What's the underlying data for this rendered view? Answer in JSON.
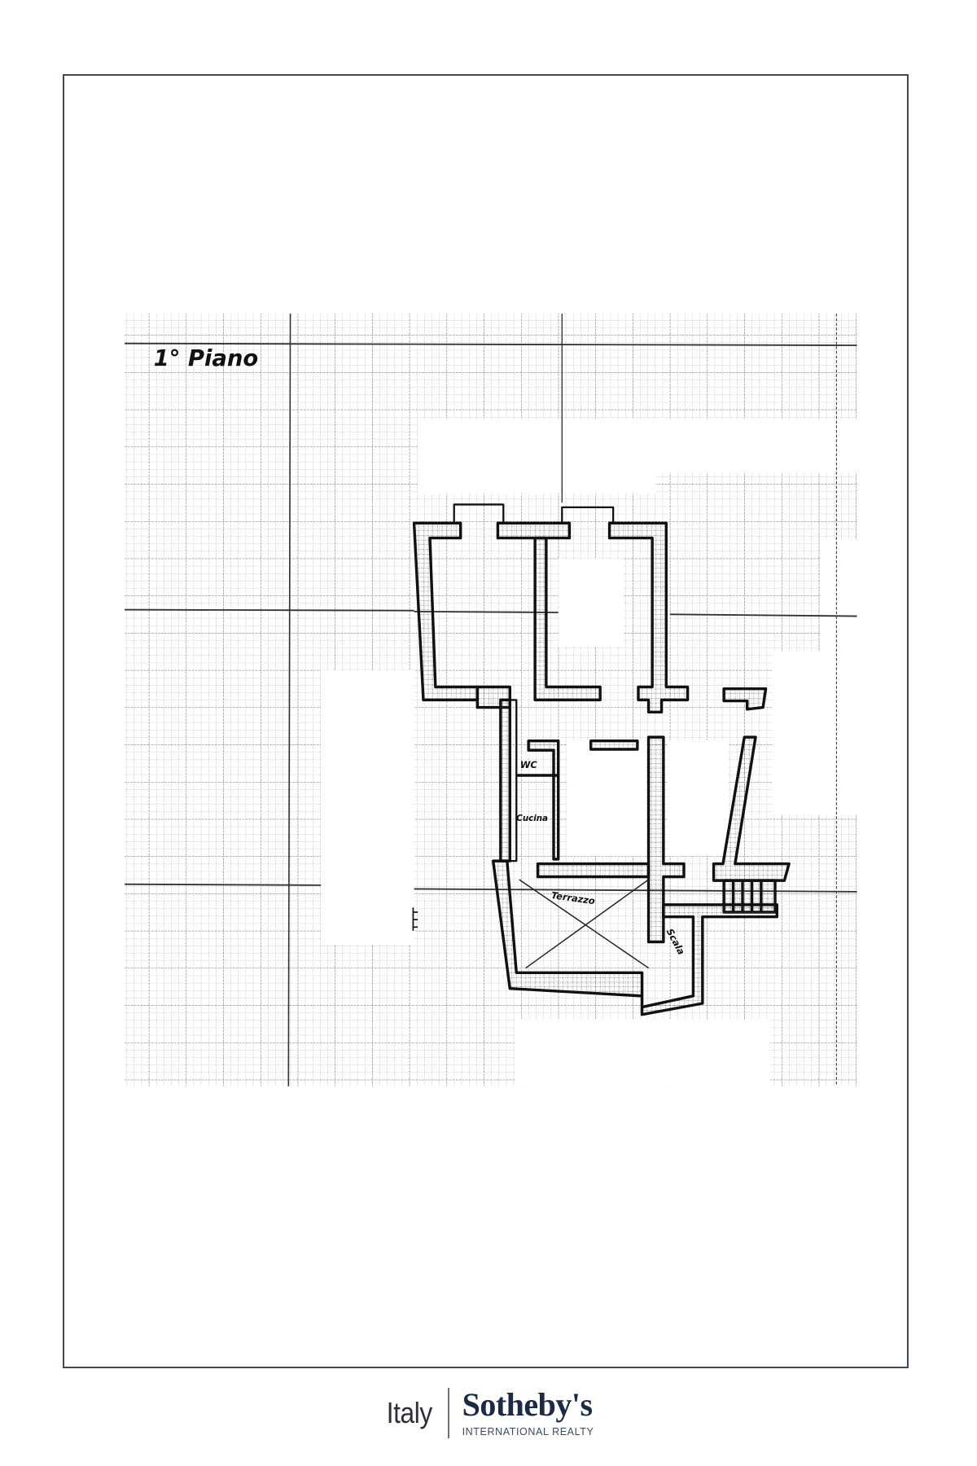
{
  "document": {
    "type": "floor plan",
    "frame_color": "#3e4a56",
    "background": "#ffffff"
  },
  "floor_plan": {
    "title": "1° Piano",
    "labels": {
      "wc": "WC",
      "kitchen": "Cucina",
      "terrace": "Terrazzo",
      "stairs": "Scala"
    },
    "ink_color": "#111111"
  },
  "footer": {
    "region": "Italy",
    "brand": "Sotheby's",
    "tagline": "INTERNATIONAL REALTY",
    "brand_color": "#1d2a44"
  }
}
